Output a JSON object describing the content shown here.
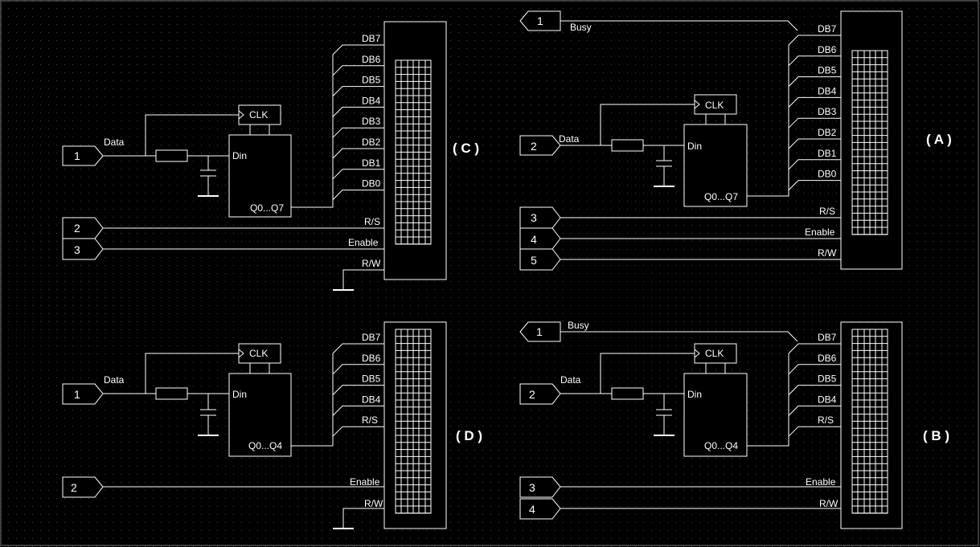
{
  "circuits": [
    {
      "id": "C",
      "title": "( C )",
      "data_label": "Data",
      "reg_clk": "CLK",
      "reg_din": "Din",
      "reg_out": "Q0...Q7",
      "bus_labels": [
        "DB7",
        "DB6",
        "DB5",
        "DB4",
        "DB3",
        "DB2",
        "DB1",
        "DB0"
      ],
      "ports": [
        {
          "num": "1",
          "dir": "in"
        },
        {
          "num": "2",
          "dir": "in",
          "label": "R/S"
        },
        {
          "num": "3",
          "dir": "in",
          "label": "Enable"
        }
      ],
      "rw_label": "R/W"
    },
    {
      "id": "A",
      "title": "( A )",
      "data_label": "Data",
      "busy_label": "Busy",
      "reg_clk": "CLK",
      "reg_din": "Din",
      "reg_out": "Q0...Q7",
      "bus_labels": [
        "DB7",
        "DB6",
        "DB5",
        "DB4",
        "DB3",
        "DB2",
        "DB1",
        "DB0"
      ],
      "ports": [
        {
          "num": "1",
          "dir": "out"
        },
        {
          "num": "2",
          "dir": "in"
        },
        {
          "num": "3",
          "dir": "in",
          "label": "R/S"
        },
        {
          "num": "4",
          "dir": "in",
          "label": "Enable"
        },
        {
          "num": "5",
          "dir": "in",
          "label": "R/W"
        }
      ]
    },
    {
      "id": "D",
      "title": "( D )",
      "data_label": "Data",
      "reg_clk": "CLK",
      "reg_din": "Din",
      "reg_out": "Q0...Q4",
      "bus_labels": [
        "DB7",
        "DB6",
        "DB5",
        "DB4",
        "R/S"
      ],
      "ports": [
        {
          "num": "1",
          "dir": "in"
        },
        {
          "num": "2",
          "dir": "in",
          "label": "Enable"
        }
      ],
      "rw_label": "R/W"
    },
    {
      "id": "B",
      "title": "( B )",
      "data_label": "Data",
      "busy_label": "Busy",
      "reg_clk": "CLK",
      "reg_din": "Din",
      "reg_out": "Q0...Q4",
      "bus_labels": [
        "DB7",
        "DB6",
        "DB5",
        "DB4",
        "R/S"
      ],
      "ports": [
        {
          "num": "1",
          "dir": "out"
        },
        {
          "num": "2",
          "dir": "in"
        },
        {
          "num": "3",
          "dir": "in",
          "label": "Enable"
        },
        {
          "num": "4",
          "dir": "in",
          "label": "R/W"
        }
      ]
    }
  ]
}
